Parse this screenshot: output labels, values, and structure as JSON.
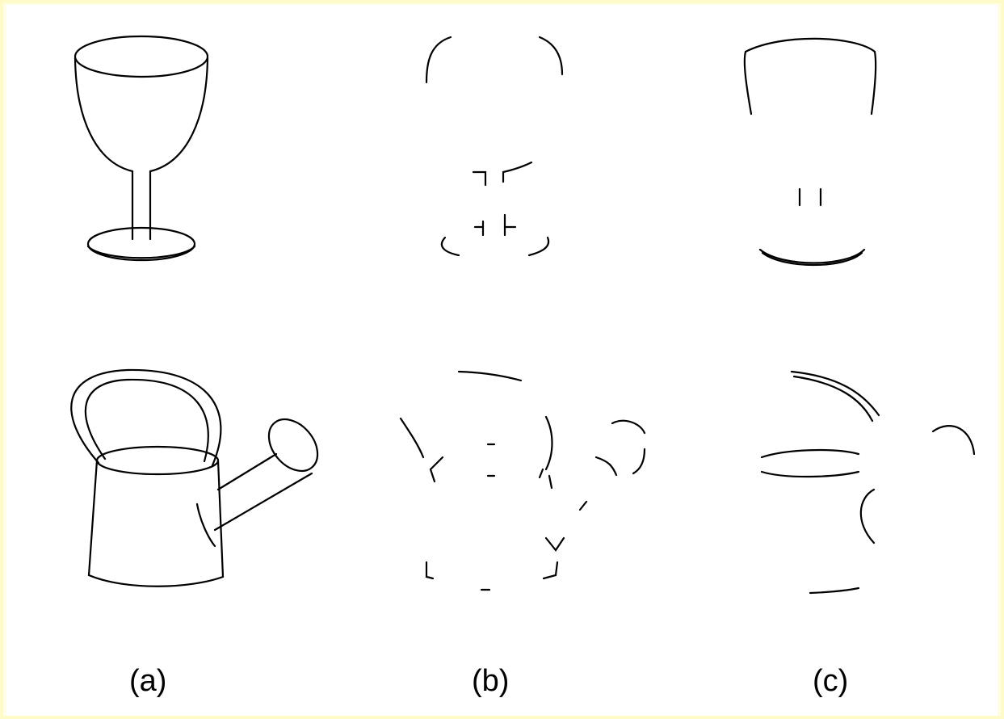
{
  "figure": {
    "columns": [
      {
        "id": "a",
        "label": "(a)"
      },
      {
        "id": "b",
        "label": "(b)"
      },
      {
        "id": "c",
        "label": "(c)"
      }
    ],
    "rows": [
      "goblet",
      "watering-can"
    ]
  },
  "colors": {
    "background": "#fffde6",
    "border": "#fffbc8",
    "panel": "#ffffff",
    "stroke": "#000000"
  }
}
